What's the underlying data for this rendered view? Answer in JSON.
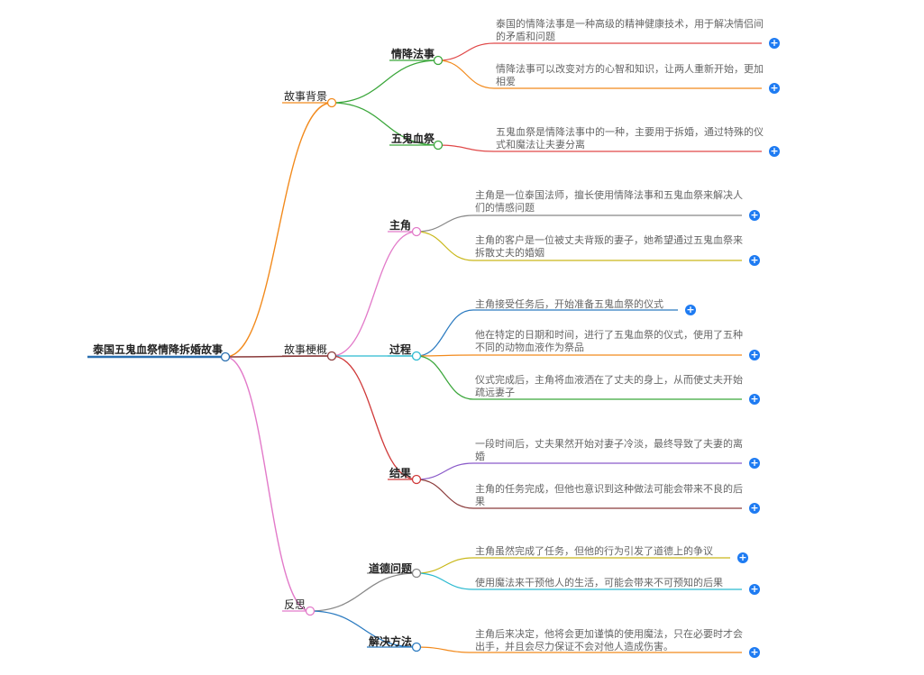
{
  "root": {
    "label": "泰国五鬼血祭情降拆婚故事",
    "children": [
      {
        "label": "故事背景",
        "color": "#f28a1c",
        "children": [
          {
            "label": "情降法事",
            "color": "#3aa63a",
            "children": [
              {
                "text": "泰国的情降法事是一种高级的精神健康技术，用于解决情侣间的矛盾和问题",
                "color": "#e04848"
              },
              {
                "text": "情降法事可以改变对方的心智和知识，让两人重新开始，更加相爱",
                "color": "#f28a1c"
              }
            ]
          },
          {
            "label": "五鬼血祭",
            "color": "#3aa63a",
            "children": [
              {
                "text": "五鬼血祭是情降法事中的一种，主要用于拆婚，通过特殊的仪式和魔法让夫妻分离",
                "color": "#e04848"
              }
            ]
          }
        ]
      },
      {
        "label": "故事梗概",
        "color": "#8a3a3a",
        "children": [
          {
            "label": "主角",
            "color": "#e27ac9",
            "children": [
              {
                "text": "主角是一位泰国法师，擅长使用情降法事和五鬼血祭来解决人们的情感问题",
                "color": "#888888"
              },
              {
                "text": "主角的客户是一位被丈夫背叛的妻子，她希望通过五鬼血祭来拆散丈夫的婚姻",
                "color": "#c9b81a"
              }
            ]
          },
          {
            "label": "过程",
            "color": "#2bbad0",
            "children": [
              {
                "text": "主角接受任务后，开始准备五鬼血祭的仪式",
                "color": "#2a7ac0"
              },
              {
                "text": "他在特定的日期和时间，进行了五鬼血祭的仪式，使用了五种不同的动物血液作为祭品",
                "color": "#f28a1c"
              },
              {
                "text": "仪式完成后，主角将血液洒在了丈夫的身上，从而使丈夫开始疏远妻子",
                "color": "#3aa63a"
              }
            ]
          },
          {
            "label": "结果",
            "color": "#d03a3a",
            "children": [
              {
                "text": "一段时间后，丈夫果然开始对妻子冷淡，最终导致了夫妻的离婚",
                "color": "#8a5ac9"
              },
              {
                "text": "主角的任务完成，但他也意识到这种做法可能会带来不良的后果",
                "color": "#8a3a3a"
              }
            ]
          }
        ]
      },
      {
        "label": "反思",
        "color": "#e27ac9",
        "children": [
          {
            "label": "道德问题",
            "color": "#888888",
            "children": [
              {
                "text": "主角虽然完成了任务，但他的行为引发了道德上的争议",
                "color": "#c9b81a"
              },
              {
                "text": "使用魔法来干预他人的生活，可能会带来不可预知的后果",
                "color": "#2bbad0"
              }
            ]
          },
          {
            "label": "解决方法",
            "color": "#2a7ac0",
            "children": [
              {
                "text": "主角后来决定，他将会更加谨慎的使用魔法，只在必要时才会出手，并且会尽力保证不会对他人造成伤害。",
                "color": "#f28a1c"
              }
            ]
          }
        ]
      }
    ]
  },
  "ui": {
    "expand_symbol": "+",
    "root_line_color": "#2a6fb0",
    "plus_color": "#1e7bf2"
  }
}
